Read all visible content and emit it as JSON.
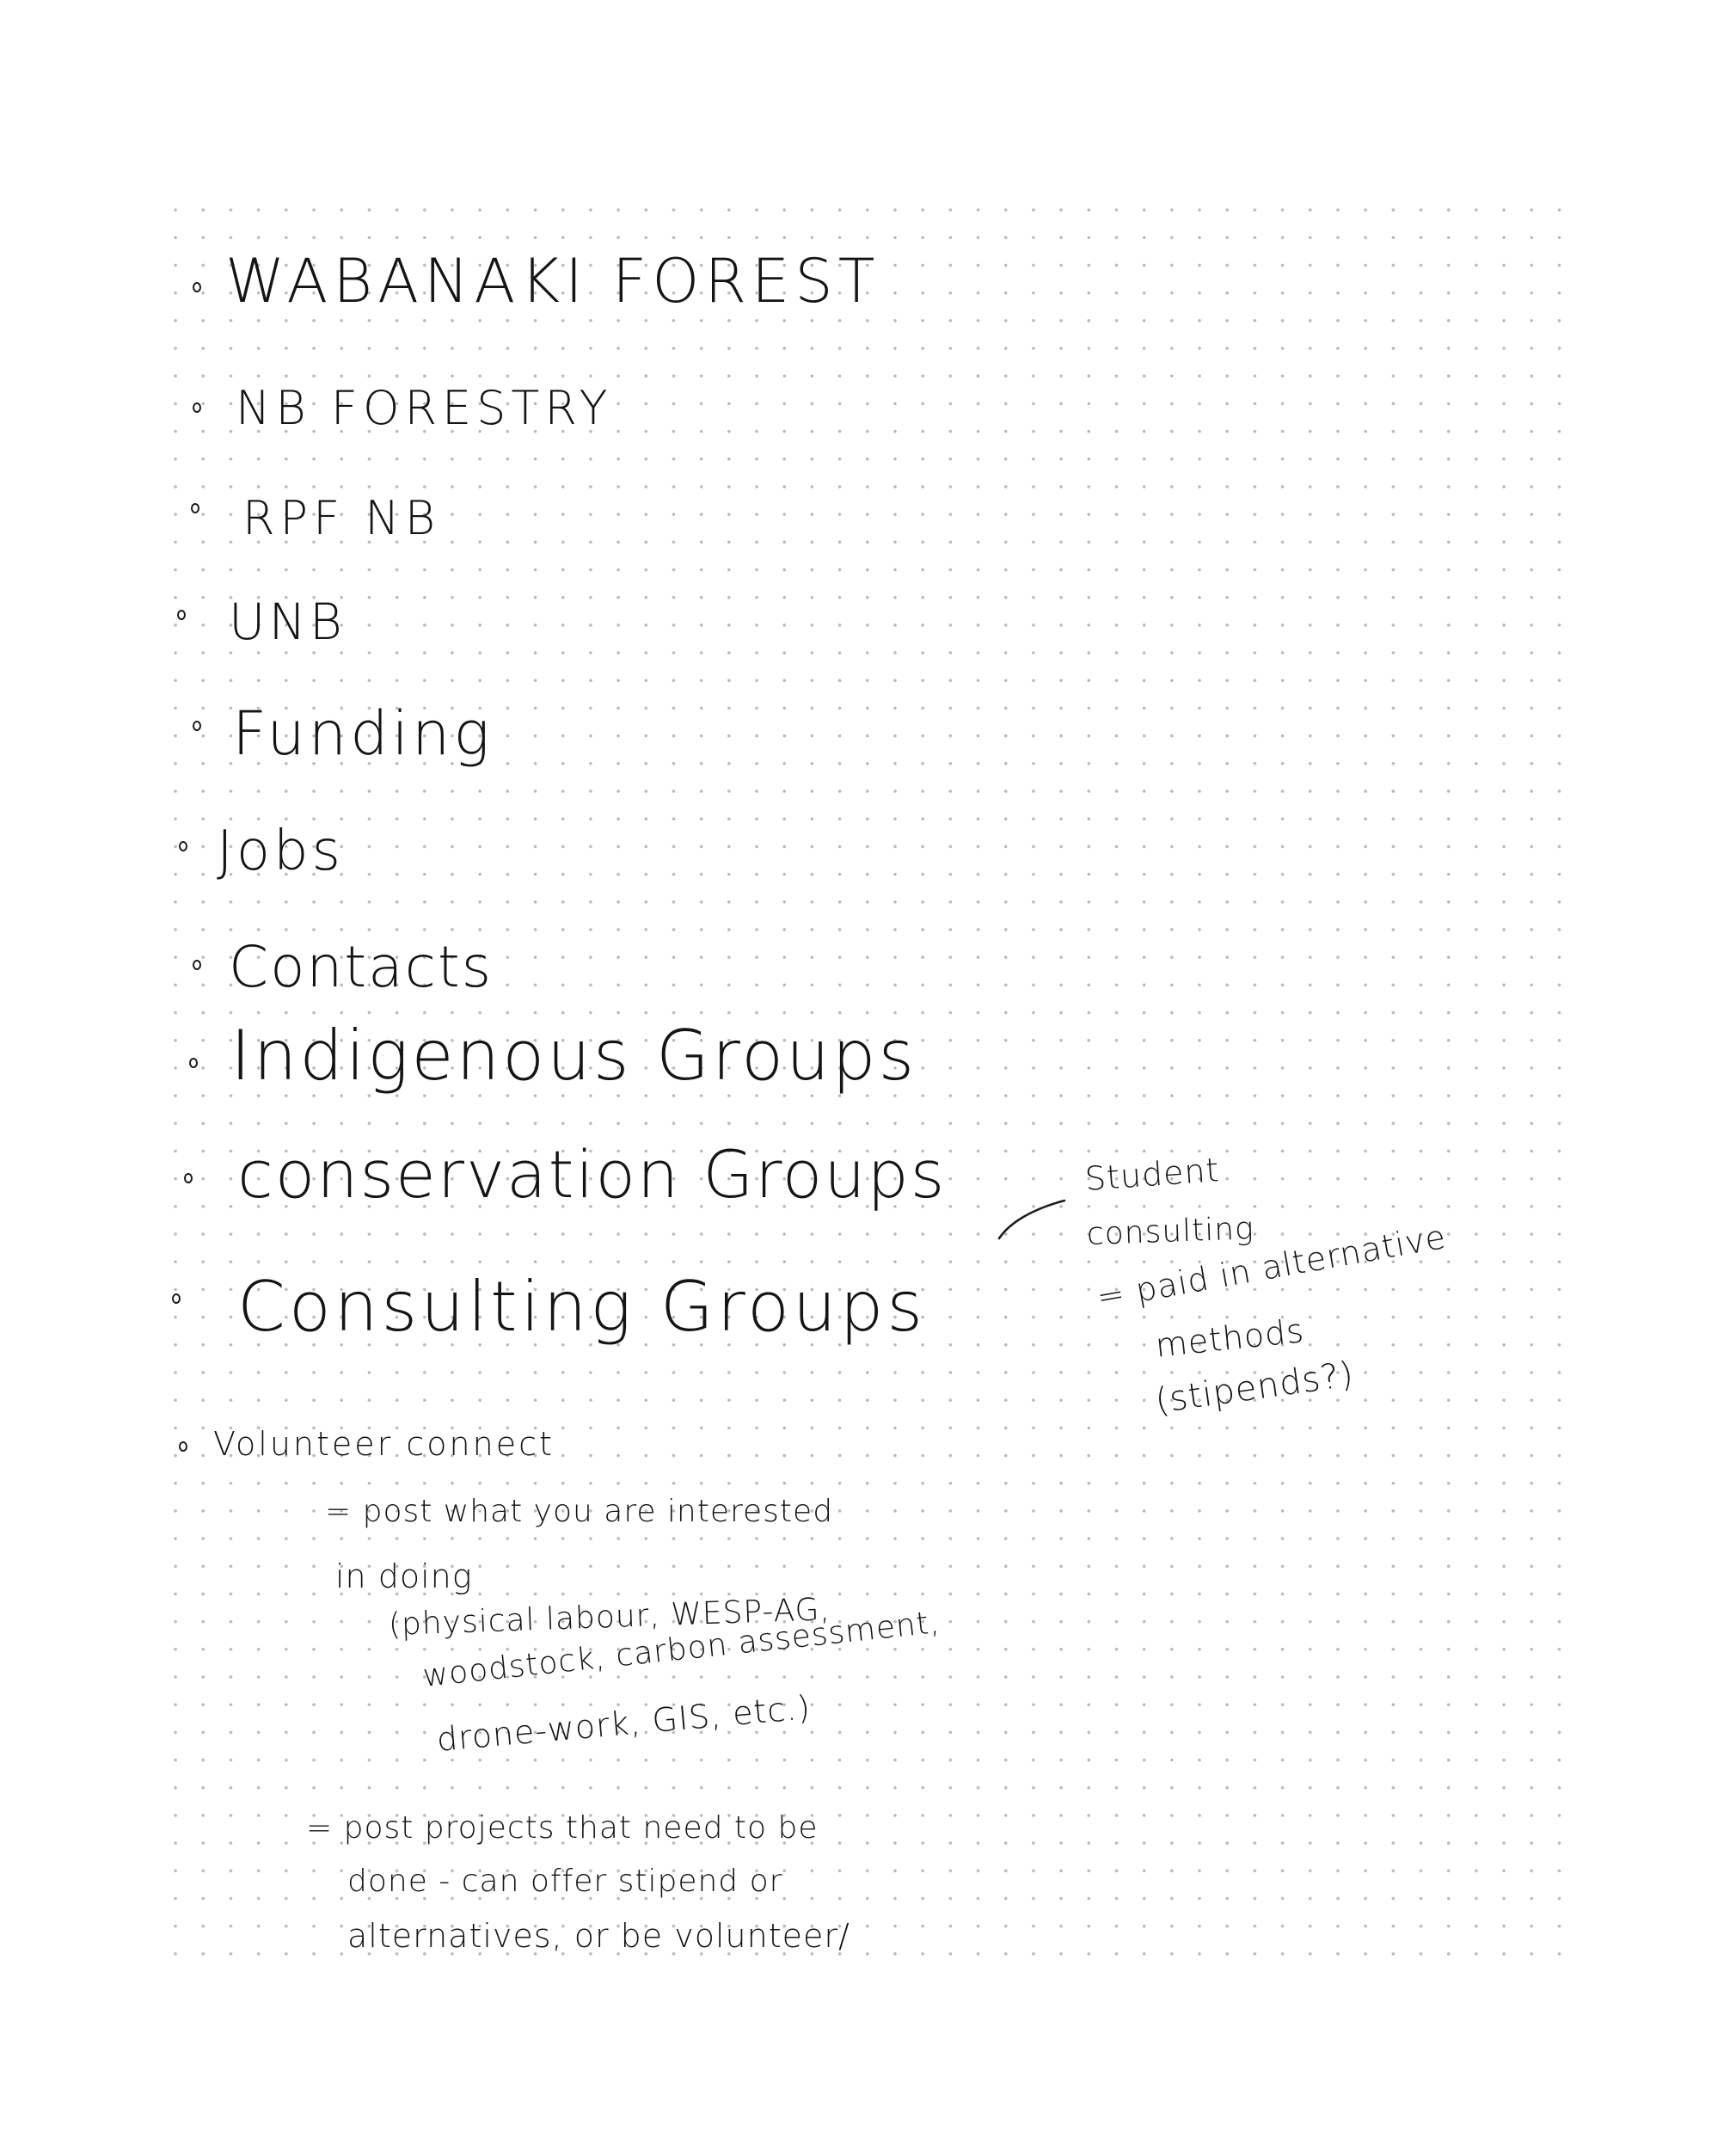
{
  "notes": {
    "items": [
      "WABANAKI FOREST",
      "NB FORESTRY",
      "RPF NB",
      "UNB",
      "Funding",
      "Jobs",
      "Contacts",
      "Indigenous Groups",
      "conservation Groups",
      "Consulting Groups",
      "Volunteer connect"
    ],
    "side_note": [
      "Student",
      "consulting",
      "= paid in alternative",
      "methods",
      "(stipends?)"
    ],
    "volunteer_details": [
      "= post what you are interested",
      "in doing",
      "(physical labour, WESP-AG,",
      "woodstock, carbon assessment,",
      "drone-work, GIS, etc.)",
      "= post projects that need to be",
      "done - can offer stipend or",
      "alternatives, or be volunteer/"
    ]
  }
}
